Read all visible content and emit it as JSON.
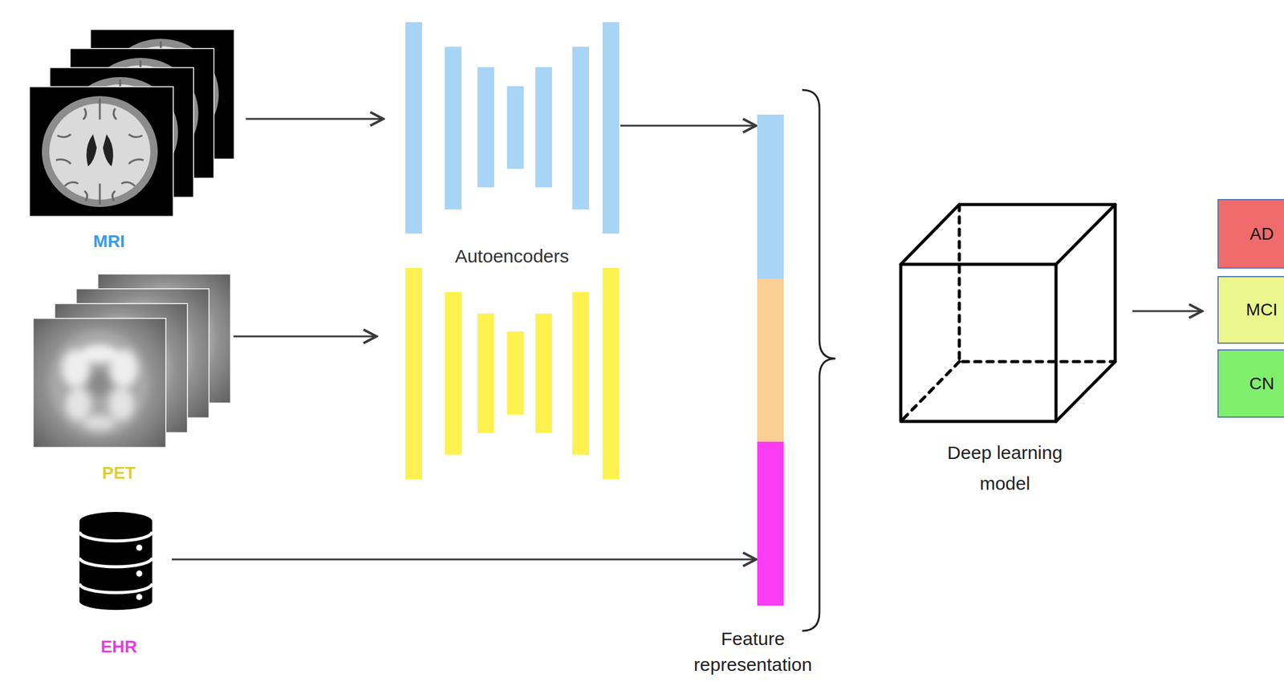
{
  "diagram": {
    "nodes": [
      {
        "text": [
          "MRI"
        ]
      },
      {
        "text": [
          "PET"
        ]
      },
      {
        "text": [
          "EHR"
        ]
      },
      {
        "text": [
          "Autoencoders"
        ]
      },
      {
        "text": [
          "Feature representation"
        ]
      },
      {
        "text": [
          "Deep learning model"
        ]
      },
      {
        "text": [
          "AD"
        ]
      },
      {
        "text": [
          "MCI"
        ]
      },
      {
        "text": [
          "CN"
        ]
      }
    ],
    "edges": [
      {
        "from": 0,
        "to": 3,
        "arrow": "to"
      },
      {
        "from": 1,
        "to": 3,
        "arrow": "to"
      },
      {
        "from": 3,
        "to": 4,
        "arrow": "to"
      },
      {
        "from": 2,
        "to": 4,
        "arrow": "to"
      },
      {
        "from": 5,
        "to": 7,
        "arrow": "to"
      }
    ]
  }
}
